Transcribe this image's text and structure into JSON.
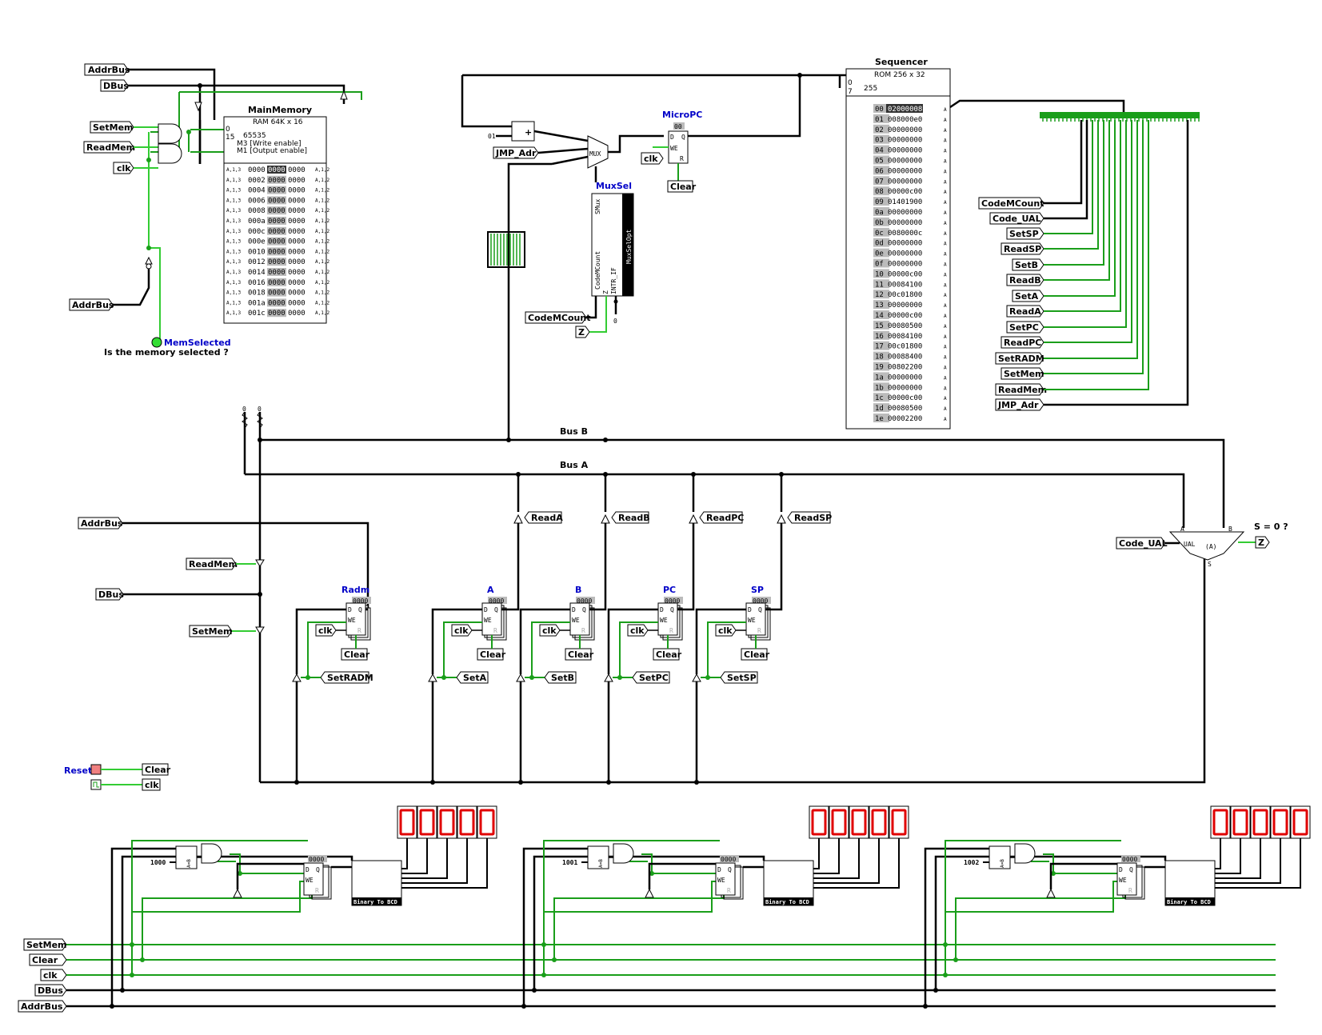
{
  "labels": {
    "addrbus": "AddrBus",
    "dbus": "DBus",
    "setmem": "SetMem",
    "readmem": "ReadMem",
    "clk": "clk",
    "clear": "Clear",
    "jmp_adr": "JMP_Adr",
    "codemcount": "CodeMCount",
    "code_ual": "Code_UAL",
    "setsp": "SetSP",
    "readsp": "ReadSP",
    "setb": "SetB",
    "readb": "ReadB",
    "seta": "SetA",
    "reada": "ReadA",
    "setpc": "SetPC",
    "readpc": "ReadPC",
    "setradm": "SetRADM",
    "z": "Z",
    "reset": "Reset",
    "bus_a": "Bus A",
    "bus_b": "Bus B",
    "s_eq_0": "S = 0 ?",
    "mem_selected": "MemSelected",
    "mem_question": "Is the memory selected ?",
    "main_memory": "MainMemory",
    "ram": "RAM 64K x 16",
    "sequencer": "Sequencer",
    "rom": "ROM 256 x 32",
    "micropc": "MicroPC",
    "muxsel": "MuxSel",
    "muxselopt": "MuxSelOpt",
    "mux": "MUX",
    "ual": "UAL",
    "binary_to_bcd": "Binary To BCD",
    "const_01": "01",
    "const_0": "0",
    "write_enable": "M3 [Write enable]",
    "output_enable": "M1 [Output enable]",
    "addr_range": "65535",
    "addr_15": "15",
    "rom_addr_max": "255",
    "rom_addr_7": "7",
    "addr_0": "0"
  },
  "registers": [
    {
      "name": "Radm",
      "value": "0000",
      "set": "SetRADM"
    },
    {
      "name": "A",
      "value": "0000",
      "set": "SetA",
      "read": "ReadA"
    },
    {
      "name": "B",
      "value": "0000",
      "set": "SetB",
      "read": "ReadB"
    },
    {
      "name": "PC",
      "value": "0000",
      "set": "SetPC",
      "read": "ReadPC"
    },
    {
      "name": "SP",
      "value": "0000",
      "set": "SetSP",
      "read": "ReadSP"
    }
  ],
  "micropc_value": "00",
  "memory_rows": [
    [
      "0000",
      "0000",
      "0000"
    ],
    [
      "0002",
      "0000",
      "0000"
    ],
    [
      "0004",
      "0000",
      "0000"
    ],
    [
      "0006",
      "0000",
      "0000"
    ],
    [
      "0008",
      "0000",
      "0000"
    ],
    [
      "000a",
      "0000",
      "0000"
    ],
    [
      "000c",
      "0000",
      "0000"
    ],
    [
      "000e",
      "0000",
      "0000"
    ],
    [
      "0010",
      "0000",
      "0000"
    ],
    [
      "0012",
      "0000",
      "0000"
    ],
    [
      "0014",
      "0000",
      "0000"
    ],
    [
      "0016",
      "0000",
      "0000"
    ],
    [
      "0018",
      "0000",
      "0000"
    ],
    [
      "001a",
      "0000",
      "0000"
    ],
    [
      "001c",
      "0000",
      "0000"
    ]
  ],
  "rom_rows": [
    [
      "00",
      "02000008"
    ],
    [
      "01",
      "008000e0"
    ],
    [
      "02",
      "00000000"
    ],
    [
      "03",
      "00000000"
    ],
    [
      "04",
      "00000000"
    ],
    [
      "05",
      "00000000"
    ],
    [
      "06",
      "00000000"
    ],
    [
      "07",
      "00000000"
    ],
    [
      "08",
      "00000c00"
    ],
    [
      "09",
      "01401900"
    ],
    [
      "0a",
      "00000000"
    ],
    [
      "0b",
      "00000000"
    ],
    [
      "0c",
      "0080000c"
    ],
    [
      "0d",
      "00000000"
    ],
    [
      "0e",
      "00000000"
    ],
    [
      "0f",
      "00000000"
    ],
    [
      "10",
      "00000c00"
    ],
    [
      "11",
      "00084100"
    ],
    [
      "12",
      "00c01800"
    ],
    [
      "13",
      "00000000"
    ],
    [
      "14",
      "00000c00"
    ],
    [
      "15",
      "00080500"
    ],
    [
      "16",
      "00084100"
    ],
    [
      "17",
      "00c01800"
    ],
    [
      "18",
      "00088400"
    ],
    [
      "19",
      "00802200"
    ],
    [
      "1a",
      "00000000"
    ],
    [
      "1b",
      "00000000"
    ],
    [
      "1c",
      "00000c00"
    ],
    [
      "1d",
      "00080500"
    ],
    [
      "1e",
      "00002200"
    ]
  ],
  "mux_sel_ports": [
    "SMux",
    "CodeMCount",
    "Z",
    "INTR_IF"
  ],
  "output_modules": [
    {
      "address": "1000",
      "reg_value": "0000",
      "digits": [
        "0",
        "0",
        "0",
        "0",
        "0"
      ]
    },
    {
      "address": "1001",
      "reg_value": "0000",
      "digits": [
        "0",
        "0",
        "0",
        "0",
        "0"
      ]
    },
    {
      "address": "1002",
      "reg_value": "0000",
      "digits": [
        "0",
        "0",
        "0",
        "0",
        "0"
      ]
    }
  ],
  "bottom_bus": [
    "SetMem",
    "Clear",
    "clk",
    "DBus",
    "AddrBus"
  ],
  "control_outputs": [
    "CodeMCount",
    "Code_UAL",
    "SetSP",
    "ReadSP",
    "SetB",
    "ReadB",
    "SetA",
    "ReadA",
    "SetPC",
    "ReadPC",
    "SetRADM",
    "SetMem",
    "ReadMem",
    "JMP_Adr"
  ],
  "colors": {
    "wire": "#000000",
    "signal_on": "#1a9e1a",
    "signal_bright": "#33cc33",
    "seg": "#e00000",
    "title_blue": "#0000c8",
    "reset": "#f08080"
  }
}
